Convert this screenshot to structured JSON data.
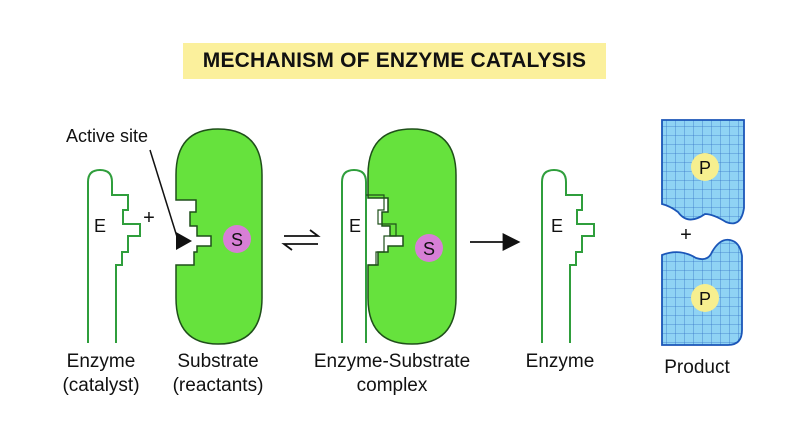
{
  "title": "MECHANISM OF ENZYME CATALYSIS",
  "annotations": {
    "active_site": "Active site"
  },
  "symbols": {
    "enzyme_letter": "E",
    "substrate_letter": "S",
    "product_letter": "P",
    "plus": "+"
  },
  "labels": {
    "enzyme_catalyst_line1": "Enzyme",
    "enzyme_catalyst_line2": "(catalyst)",
    "substrate_line1": "Substrate",
    "substrate_line2": "(reactants)",
    "complex_line1": "Enzyme-Substrate",
    "complex_line2": "complex",
    "enzyme_free": "Enzyme",
    "product": "Product"
  },
  "colors": {
    "enzyme_outline": "#2f9e3c",
    "substrate_fill": "#66e23d",
    "substrate_stroke": "#1f4f1a",
    "s_circle": "#d77fd6",
    "product_fill": "#8fd3f4",
    "product_stroke": "#1b56b8",
    "p_circle": "#f6ef8f",
    "title_bg": "#fbf09c"
  }
}
